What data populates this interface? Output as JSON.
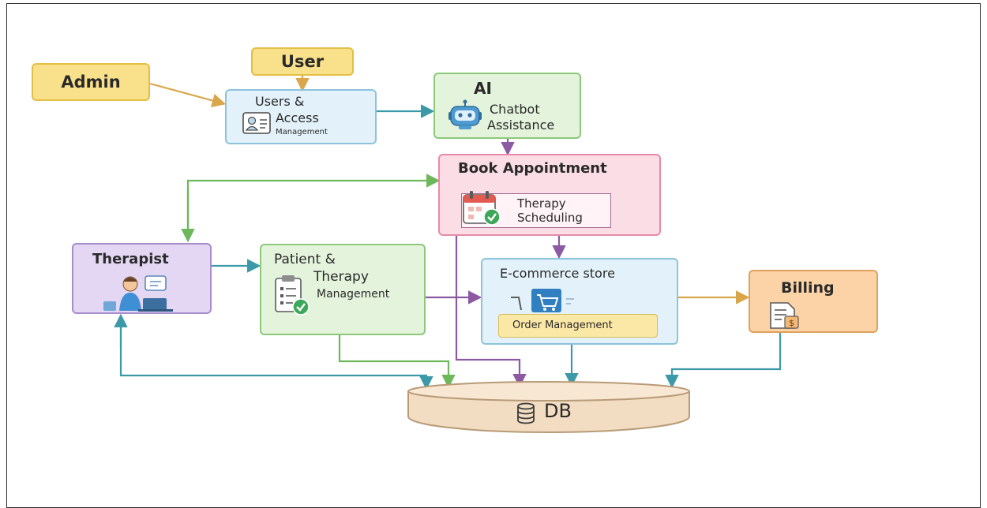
{
  "nodes": {
    "admin": "Admin",
    "user": "User",
    "users_access": {
      "l1": "Users &",
      "l2": "Access",
      "l3": "Management"
    },
    "ai": {
      "title": "AI",
      "l1": "Chatbot",
      "l2": "Assistance"
    },
    "book": {
      "title": "Book Appointment",
      "l1": "Therapy",
      "l2": "Scheduling"
    },
    "therapist": "Therapist",
    "patient": {
      "l1": "Patient &",
      "l2": "Therapy",
      "l3": "Management"
    },
    "ecommerce": {
      "title": "E-commerce store",
      "sub": "Order Management"
    },
    "billing": "Billing",
    "db": "DB"
  },
  "colors": {
    "actor": "#f9e08a",
    "blue_box": "#e3f2fa",
    "green_box": "#e4f3dc",
    "pink_box": "#fbdde6",
    "purple_box": "#e4d7f4",
    "orange_box": "#fbd3a6",
    "db": "#f2ddc3",
    "arrow_teal": "#3c9aa8",
    "arrow_green": "#6db85a",
    "arrow_purple": "#8c5aa3",
    "arrow_gold": "#d9a64a"
  },
  "icons": [
    "user-id-card-icon",
    "robot-icon",
    "calendar-check-icon",
    "therapist-laptop-icon",
    "clipboard-check-icon",
    "shopping-cart-icon",
    "invoice-icon",
    "database-icon"
  ]
}
